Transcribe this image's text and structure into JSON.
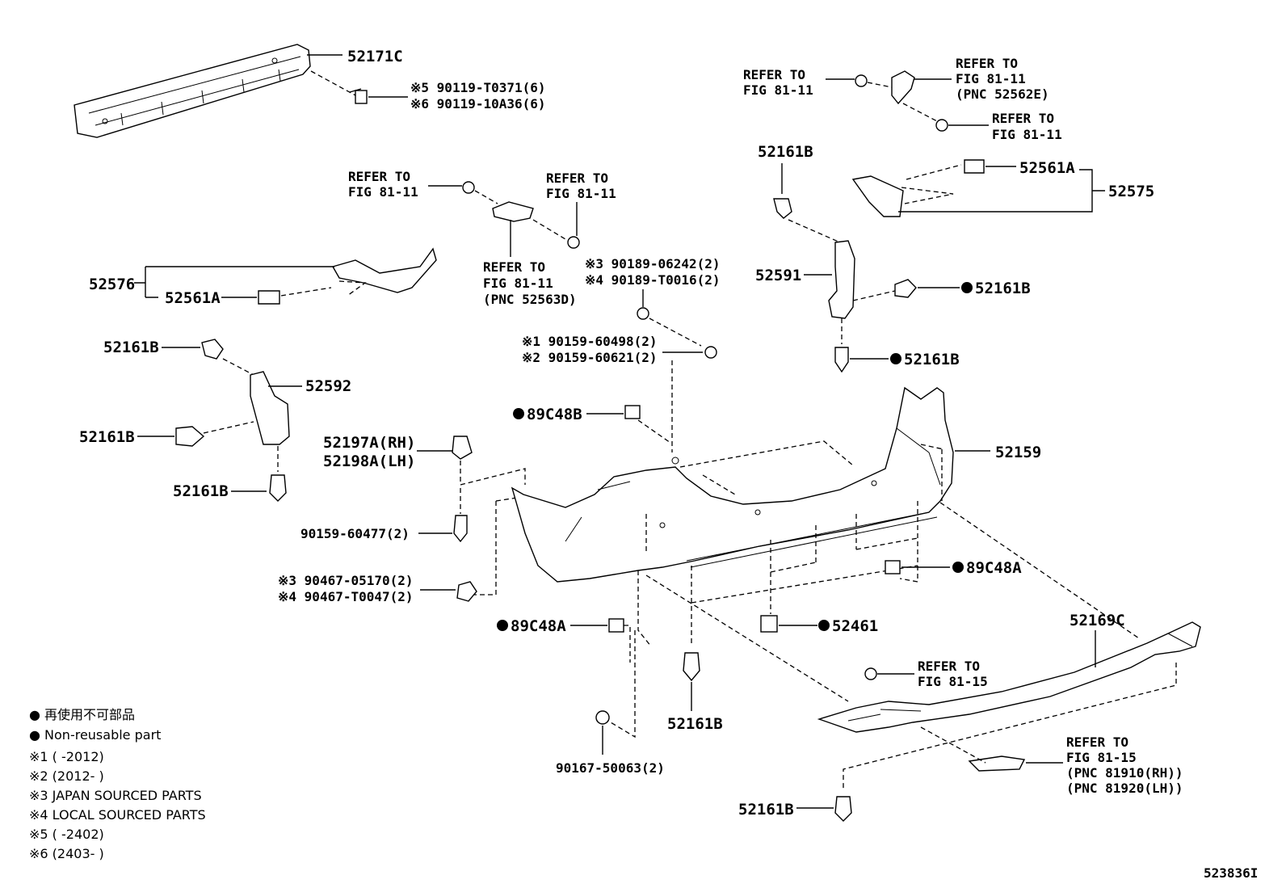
{
  "diagram_id": "523836I",
  "labels": {
    "p52171c": "52171C",
    "p90119_1": "※5 90119-T0371(6)",
    "p90119_2": "※6 90119-10A36(6)",
    "ref_tl_1": "REFER TO",
    "ref_tl_2": "FIG 81-11",
    "ref_tr_1": "REFER TO",
    "ref_tr_2": "FIG 81-11",
    "ref_tr_3": "(PNC 52562E)",
    "ref_tr2_1": "REFER TO",
    "ref_tr2_2": "FIG 81-11",
    "ref_mid1_1": "REFER TO",
    "ref_mid1_2": "FIG 81-11",
    "ref_mid2_1": "REFER TO",
    "ref_mid2_2": "FIG 81-11",
    "ref_mid3_1": "REFER TO",
    "ref_mid3_2": "FIG 81-11",
    "ref_mid3_3": "(PNC 52563D)",
    "p52161b_top": "52161B",
    "p52561a_r": "52561A",
    "p52575": "52575",
    "p52576": "52576",
    "p52561a_l": "52561A",
    "p90189_1": "※3 90189-06242(2)",
    "p90189_2": "※4 90189-T0016(2)",
    "p52591": "52591",
    "p52161b_r1": "52161B",
    "p90159_1": "※1 90159-60498(2)",
    "p90159_2": "※2 90159-60621(2)",
    "p52161b_l1": "52161B",
    "p52592": "52592",
    "p52161b_r2": "52161B",
    "p89c48b": "89C48B",
    "p52161b_l2": "52161B",
    "p52197a": "52197A(RH)",
    "p52198a": "52198A(LH)",
    "p52159": "52159",
    "p52161b_l3": "52161B",
    "p90159_60477": "90159-60477(2)",
    "p89c48a_r": "89C48A",
    "p90467_1": "※3 90467-05170(2)",
    "p90467_2": "※4 90467-T0047(2)",
    "p89c48a_l": "89C48A",
    "p52461": "52461",
    "p52169c": "52169C",
    "ref_b1_1": "REFER TO",
    "ref_b1_2": "FIG 81-15",
    "p52161b_bc": "52161B",
    "p90167": "90167-50063(2)",
    "ref_b2_1": "REFER TO",
    "ref_b2_2": "FIG 81-15",
    "ref_b2_3": "(PNC 81910(RH))",
    "ref_b2_4": "(PNC 81920(LH))",
    "p52161b_bb": "52161B"
  },
  "legend": {
    "l1": "● 再使用不可部品",
    "l2": "● Non-reusable part",
    "l3": "※1 (      -2012)",
    "l4": "※2 (2012-      )",
    "l5": "※3 JAPAN SOURCED PARTS",
    "l6": "※4 LOCAL SOURCED PARTS",
    "l7": "※5 (      -2402)",
    "l8": "※6 (2403-      )"
  }
}
